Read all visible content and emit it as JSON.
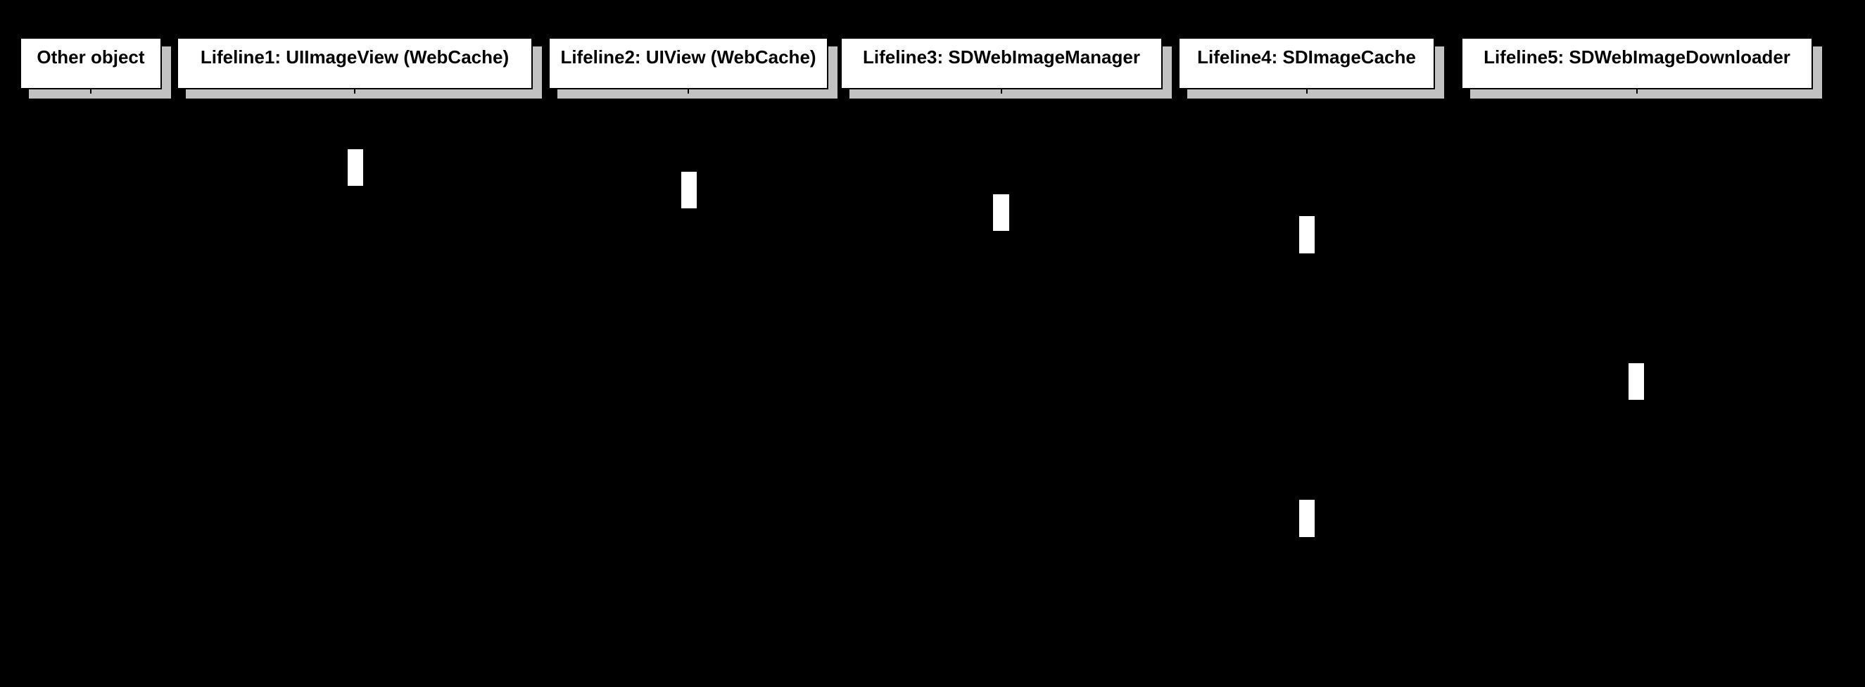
{
  "diagram": {
    "type": "uml-sequence-diagram",
    "background_color": "#000000",
    "colors": {
      "lifeline_box_fill": "#ffffff",
      "lifeline_box_border": "#000000",
      "drop_shadow": "#c2c2c2",
      "activation_fill": "#ffffff",
      "label_text": "#000000"
    },
    "lifelines": [
      {
        "label": "Other object"
      },
      {
        "label": "Lifeline1: UIImageView (WebCache)"
      },
      {
        "label": "Lifeline2: UIView (WebCache)"
      },
      {
        "label": "Lifeline3: SDWebImageManager"
      },
      {
        "label": "Lifeline4: SDImageCache"
      },
      {
        "label": "Lifeline5: SDWebImageDownloader"
      }
    ],
    "activations": [
      {
        "index": 1,
        "on": "Lifeline1: UIImageView (WebCache)"
      },
      {
        "index": 2,
        "on": "Lifeline2: UIView (WebCache)"
      },
      {
        "index": 3,
        "on": "Lifeline3: SDWebImageManager"
      },
      {
        "index": 4,
        "on": "Lifeline4: SDImageCache"
      },
      {
        "index": 5,
        "on": "Lifeline5: SDWebImageDownloader"
      },
      {
        "index": 6,
        "on": "Lifeline4: SDImageCache"
      }
    ]
  }
}
